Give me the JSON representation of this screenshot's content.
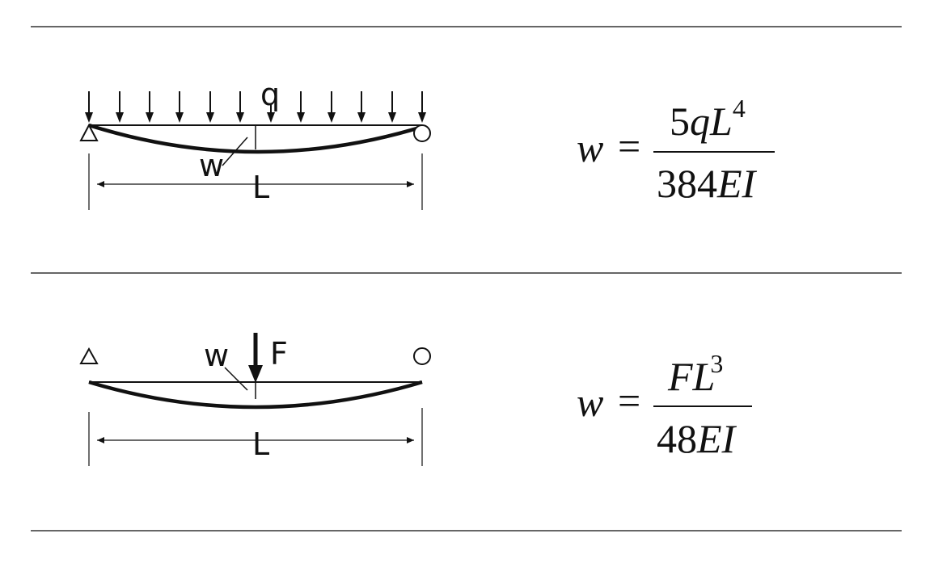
{
  "rows": [
    {
      "load_type": "uniform",
      "labels": {
        "load": "q",
        "deflection": "w",
        "span": "L"
      },
      "formula": {
        "lhs": "w",
        "equals": "=",
        "numerator": {
          "coef": "5",
          "vars": "qL",
          "exp": "4"
        },
        "denominator": {
          "coef": "384",
          "vars": "EI"
        }
      }
    },
    {
      "load_type": "point",
      "labels": {
        "load": "F",
        "deflection": "w",
        "span": "L"
      },
      "formula": {
        "lhs": "w",
        "equals": "=",
        "numerator": {
          "coef": "",
          "vars": "FL",
          "exp": "3"
        },
        "denominator": {
          "coef": "48",
          "vars": "EI"
        }
      }
    }
  ]
}
